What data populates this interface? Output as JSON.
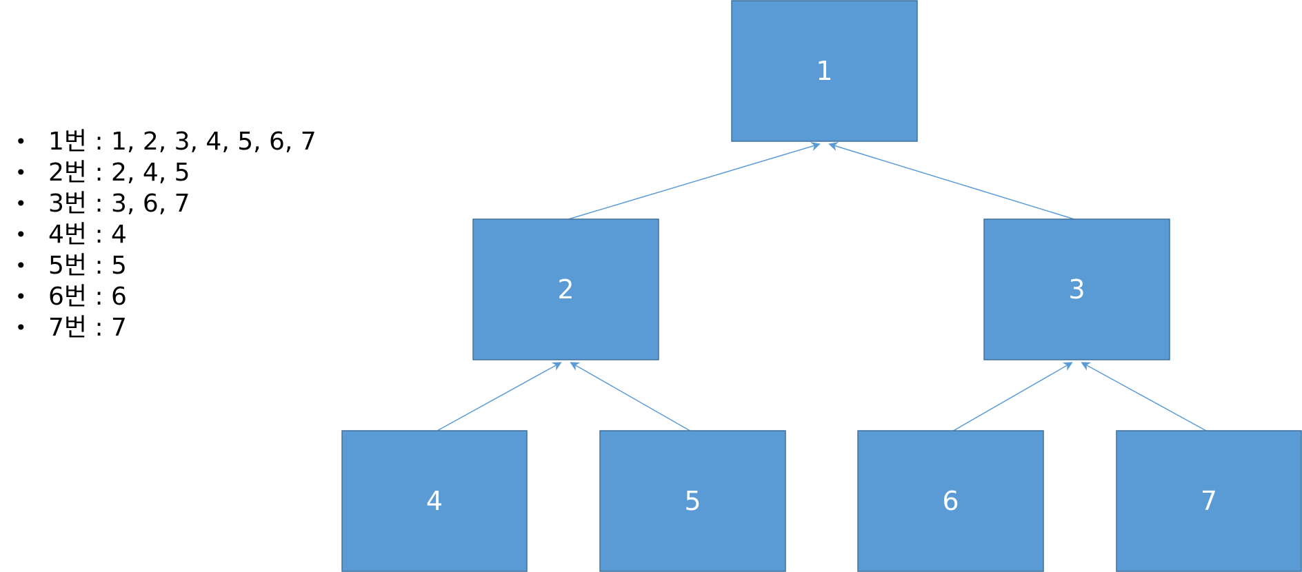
{
  "list": {
    "items": [
      "1번 : 1, 2, 3, 4, 5, 6, 7",
      "2번 : 2, 4, 5",
      "3번 : 3, 6, 7",
      "4번 : 4",
      "5번 : 5",
      "6번 : 6",
      "7번 : 7"
    ],
    "bullet": "•"
  },
  "tree": {
    "nodes": [
      {
        "id": "1",
        "label": "1"
      },
      {
        "id": "2",
        "label": "2"
      },
      {
        "id": "3",
        "label": "3"
      },
      {
        "id": "4",
        "label": "4"
      },
      {
        "id": "5",
        "label": "5"
      },
      {
        "id": "6",
        "label": "6"
      },
      {
        "id": "7",
        "label": "7"
      }
    ],
    "edges": [
      {
        "from": "2",
        "to": "1"
      },
      {
        "from": "3",
        "to": "1"
      },
      {
        "from": "4",
        "to": "2"
      },
      {
        "from": "5",
        "to": "2"
      },
      {
        "from": "6",
        "to": "3"
      },
      {
        "from": "7",
        "to": "3"
      }
    ]
  },
  "colors": {
    "node_fill": "#5B9BD5",
    "node_border": "#41719C",
    "edge": "#5B9BD5",
    "node_text": "#FFFFFF"
  }
}
